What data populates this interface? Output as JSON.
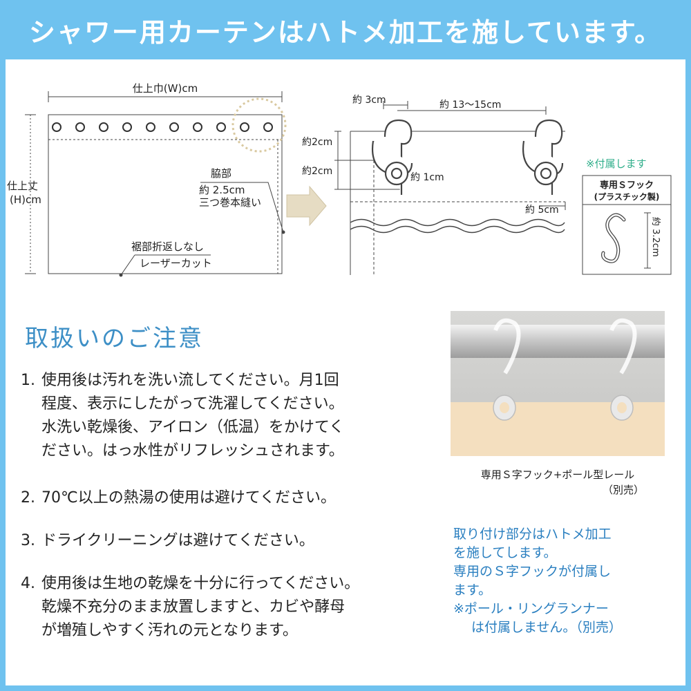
{
  "header": {
    "title": "シャワー用カーテンはハトメ加工を施しています。"
  },
  "diagram_left": {
    "width_label": "仕上巾(W)cm",
    "height_label_line1": "仕上丈",
    "height_label_line2": "(H)cm",
    "side_label_line1": "脇部",
    "side_label_line2": "約 2.5cm",
    "side_label_line3": "三つ巻本縫い",
    "hem_label_line1": "裾部折返しなし",
    "hem_label_line2": "レーザーカット"
  },
  "diagram_right": {
    "dim_3cm": "約 3cm",
    "dim_13_15cm": "約 13〜15cm",
    "dim_2cm_top": "約2cm",
    "dim_2cm_mid": "約2cm",
    "dim_1cm": "約 1cm",
    "dim_5cm": "約 5cm"
  },
  "accessory": {
    "included_note": "※付属します",
    "title_line1": "専用Ｓフック",
    "title_line2": "(プラスチック製)",
    "size": "約 3.2cm"
  },
  "care": {
    "title": "取扱いのご注意",
    "items": [
      {
        "num": "1.",
        "lines": [
          "使用後は汚れを洗い流してください。月1回",
          "程度、表示にしたがって洗濯してください。",
          "水洗い乾燥後、アイロン（低温）をかけてく",
          "ださい。はっ水性がリフレッシュされます。"
        ]
      },
      {
        "num": "2.",
        "lines": [
          "70℃以上の熱湯の使用は避けてください。"
        ]
      },
      {
        "num": "3.",
        "lines": [
          "ドライクリーニングは避けてください。"
        ]
      },
      {
        "num": "4.",
        "lines": [
          "使用後は生地の乾燥を十分に行ってください。",
          "乾燥不充分のまま放置しますと、カビや酵母",
          "が増殖しやすく汚れの元となります。"
        ]
      }
    ]
  },
  "photo": {
    "caption_line1": "専用Ｓ字フック+ポール型レール",
    "caption_line2": "（別売）"
  },
  "info": {
    "lines": [
      "取り付け部分はハトメ加工",
      "を施してします。",
      "専用のＳ字フックが付属し",
      "ます。",
      "※ポール・リングランナー"
    ],
    "line_indented": "は付属しません。（別売）"
  },
  "colors": {
    "accent": "#6fc2ef",
    "title_blue": "#3d8fc6",
    "info_blue": "#2a7fc0",
    "included_green": "#2fae8a",
    "curtain_beige": "#f4dfbf"
  }
}
